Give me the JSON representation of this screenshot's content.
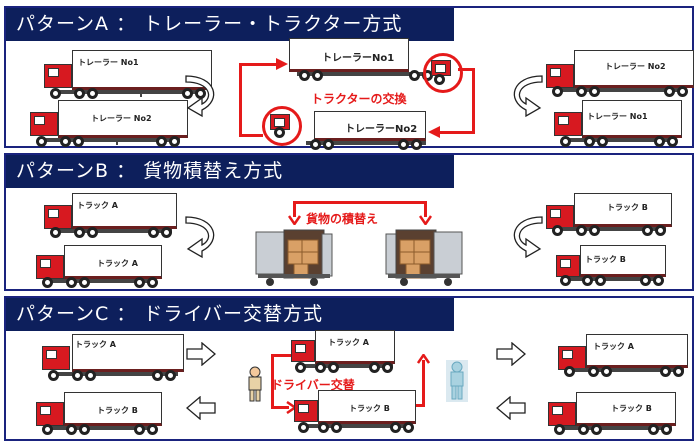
{
  "panels": [
    {
      "title": "パターンA ： トレーラー・トラクター方式",
      "left_trucks": [
        "トレーラー No1",
        "トレーラー No2"
      ],
      "center_trucks": [
        "トレーラーNo1",
        "トレーラーNo2"
      ],
      "center_label": "トラクターの交換",
      "right_trucks": [
        "トレーラー No2",
        "トレーラー No1"
      ]
    },
    {
      "title": "パターンB ： 貨物積替え方式",
      "left_trucks": [
        "トラック A",
        "トラック A"
      ],
      "center_label": "貨物の積替え",
      "right_trucks": [
        "トラック B",
        "トラック B"
      ]
    },
    {
      "title": "パターンC ： ドライバー交替方式",
      "left_trucks": [
        "トラック A",
        "トラック B"
      ],
      "center_trucks": [
        "トラック A",
        "トラック B"
      ],
      "center_label": "ドライバー交替",
      "right_trucks": [
        "トラック A",
        "トラック B"
      ]
    }
  ],
  "colors": {
    "header_bg": "#0d1f5c",
    "border": "#1a237e",
    "accent_red": "#e51a1a",
    "cab_red": "#d71920"
  }
}
